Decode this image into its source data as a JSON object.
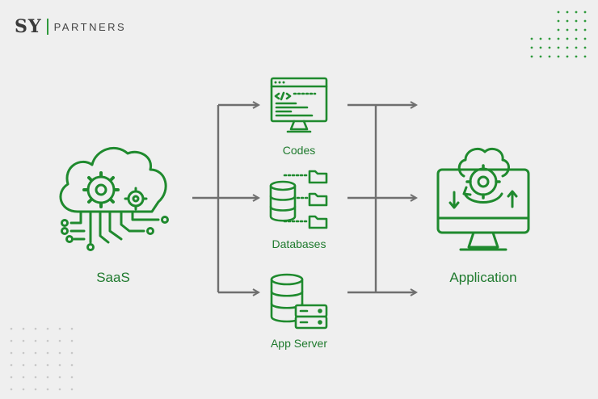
{
  "brand": {
    "mark": "SY",
    "name": "PARTNERS"
  },
  "nodes": {
    "source": {
      "label": "SaaS",
      "icon": "cloud-gears-circuit-icon"
    },
    "codes": {
      "label": "Codes",
      "icon": "code-monitor-icon"
    },
    "databases": {
      "label": "Databases",
      "icon": "database-folders-icon"
    },
    "app_server": {
      "label": "App Server",
      "icon": "server-database-icon"
    },
    "target": {
      "label": "Application",
      "icon": "monitor-cloud-sync-icon"
    }
  },
  "colors": {
    "accent": "#1f8a2e",
    "arrow": "#6f6f6f",
    "background": "#efefef",
    "dots": "#2f9a3c"
  }
}
